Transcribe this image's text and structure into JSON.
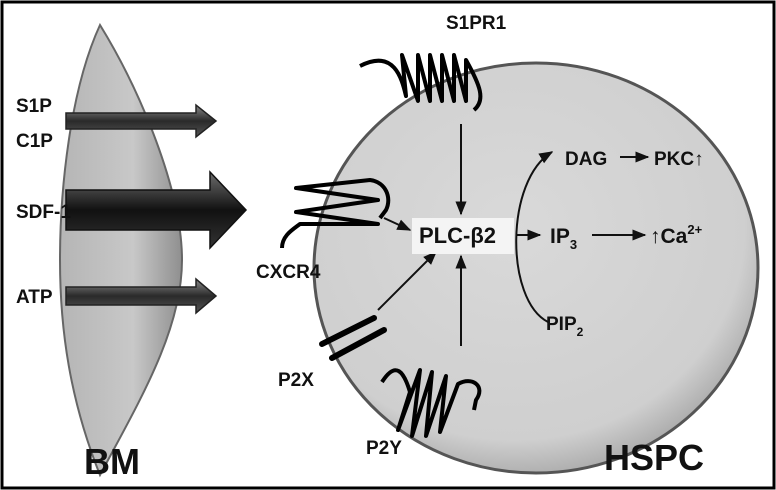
{
  "ligands": {
    "s1p": "S1P",
    "c1p": "C1P",
    "sdf1": "SDF-1",
    "atp": "ATP"
  },
  "receptors": {
    "s1pr1": "S1PR1",
    "cxcr4": "CXCR4",
    "p2x": "P2X",
    "p2y": "P2Y"
  },
  "signaling": {
    "plc": "PLC-β2",
    "dag": "DAG",
    "pkc": "PKC↑",
    "ip3": "IP",
    "ip3_sub": "3",
    "ca": "↑Ca",
    "ca_sup": "2+",
    "pip2": "PIP",
    "pip2_sub": "2"
  },
  "compartments": {
    "bm": "BM",
    "hspc": "HSPC"
  }
}
